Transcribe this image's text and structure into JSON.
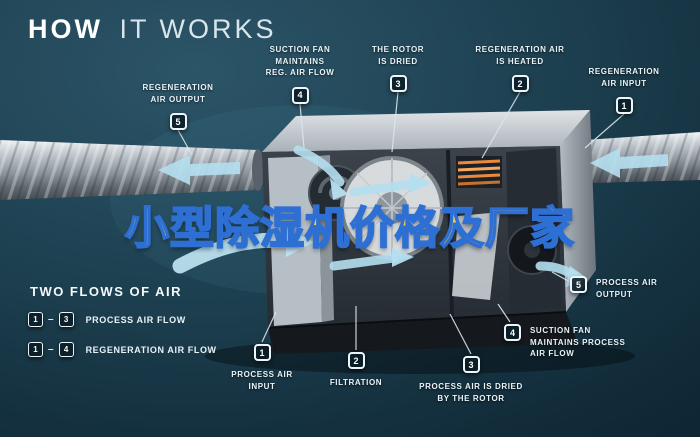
{
  "title": {
    "strong": "HOW",
    "rest": "IT WORKS"
  },
  "watermark": {
    "text": "小型除湿机价格及厂家"
  },
  "machine_callouts": {
    "top": [
      {
        "num": "5",
        "label": "REGENERATION\nAIR OUTPUT"
      },
      {
        "num": "4",
        "label": "SUCTION FAN\nMAINTAINS\nREG. AIR FLOW"
      },
      {
        "num": "3",
        "label": "THE ROTOR\nIS DRIED"
      },
      {
        "num": "2",
        "label": "REGENERATION AIR\nIS HEATED"
      },
      {
        "num": "1",
        "label": "REGENERATION\nAIR INPUT"
      }
    ],
    "bottom": [
      {
        "num": "1",
        "label": "PROCESS AIR\nINPUT"
      },
      {
        "num": "2",
        "label": "FILTRATION"
      },
      {
        "num": "3",
        "label": "PROCESS AIR IS DRIED\nBY THE ROTOR"
      },
      {
        "num": "4",
        "label": "SUCTION FAN\nMAINTAINS PROCESS\nAIR FLOW"
      },
      {
        "num": "5",
        "label": "PROCESS AIR\nOUTPUT"
      }
    ]
  },
  "legend": {
    "heading": "TWO FLOWS OF AIR",
    "rows": [
      {
        "from": "1",
        "dash": "–",
        "to": "3",
        "label": "PROCESS AIR FLOW"
      },
      {
        "from": "1",
        "dash": "–",
        "to": "4",
        "label": "REGENERATION AIR FLOW"
      }
    ]
  },
  "colors": {
    "background_teal": "#1d4050",
    "flow_arrow_blue": "#b5dff0",
    "heater_orange": "#ef8b3a",
    "watermark_yellow": "#ffd23f",
    "watermark_stroke_blue": "#2e6fd4",
    "label_text": "#e9f3f8"
  }
}
